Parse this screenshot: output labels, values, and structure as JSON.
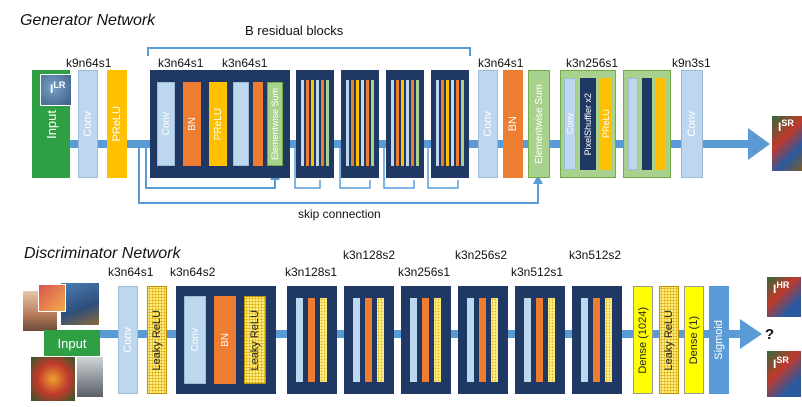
{
  "generator": {
    "title": "Generator Network",
    "residual_label": "B residual blocks",
    "skip_label": "skip connection",
    "input_label": "Input",
    "lr_tag": "LR",
    "sr_tag": "SR",
    "header_labels": [
      "k9n64s1",
      "k3n64s1",
      "k3n64s1",
      "k3n64s1",
      "k3n256s1",
      "k9n3s1"
    ],
    "layer_conv": "Conv",
    "layer_prelu": "PReLU",
    "layer_bn": "BN",
    "layer_esum": "Elementwise Sum",
    "layer_pixelshuffler": "PixelShuffler x2"
  },
  "discriminator": {
    "title": "Discriminator Network",
    "input_label": "Input",
    "hr_tag": "HR",
    "sr_tag": "SR",
    "question": "?",
    "header_labels": [
      "k3n64s1",
      "k3n64s2",
      "k3n128s1",
      "k3n128s2",
      "k3n256s1",
      "k3n256s2",
      "k3n512s1",
      "k3n512s2"
    ],
    "layer_conv": "Conv",
    "layer_bn": "BN",
    "layer_leaky": "Leaky ReLU",
    "layer_dense1024": "Dense (1024)",
    "layer_dense1": "Dense (1)",
    "layer_sigmoid": "Sigmoid"
  },
  "colors": {
    "conv": "#bdd7ee",
    "bn": "#ed7d31",
    "prelu": "#ffc000",
    "elementwise_sum": "#a9d18e",
    "block_bg": "#203864",
    "arrow": "#5b9bd5",
    "leaky_relu": "#ffeb80",
    "dense": "#ffff00",
    "input": "#2ea043"
  }
}
